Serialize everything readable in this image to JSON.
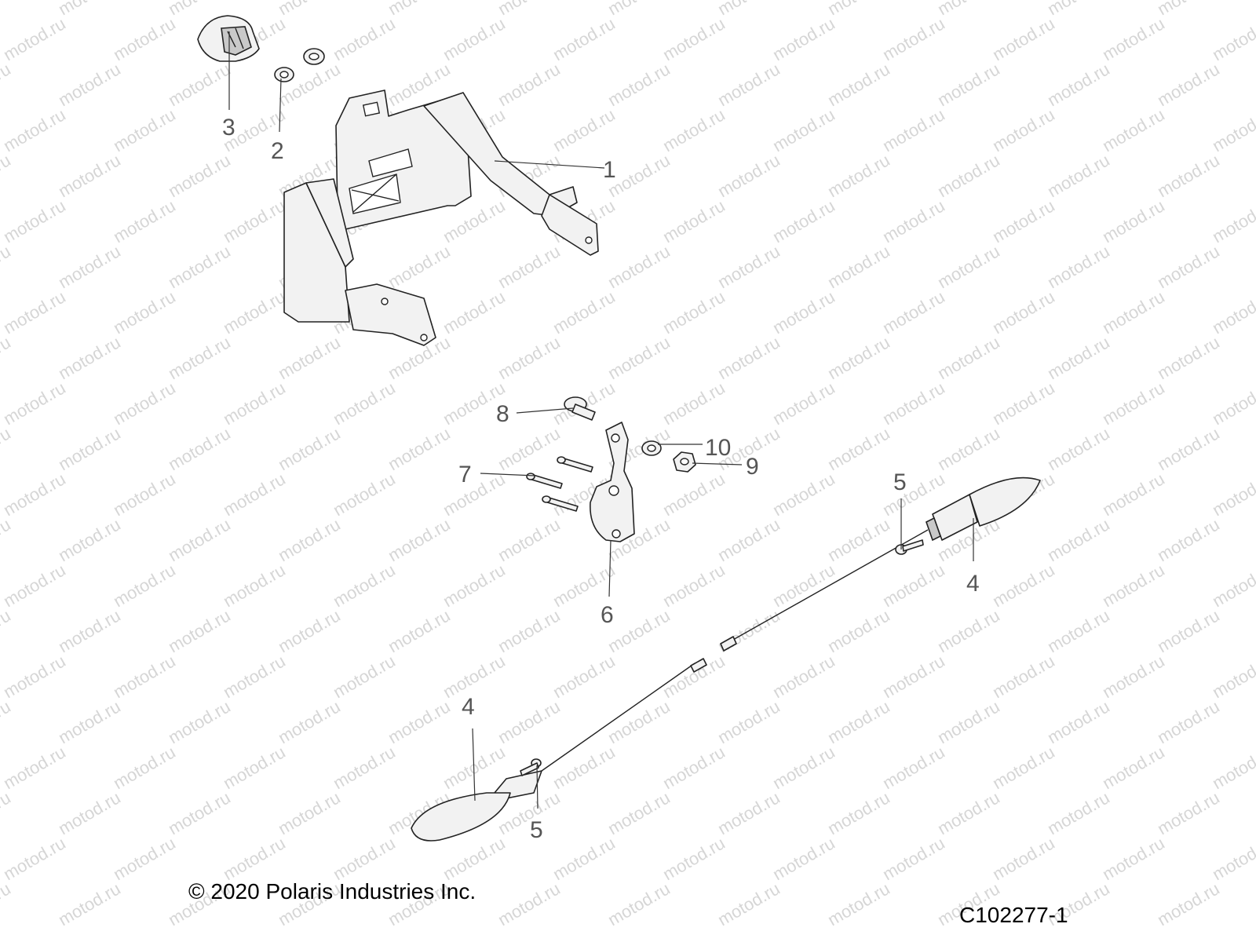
{
  "watermark": {
    "text": "motod.ru",
    "color": "#d6d6d6"
  },
  "callouts": [
    {
      "id": "c3",
      "label": "3"
    },
    {
      "id": "c2",
      "label": "2"
    },
    {
      "id": "c1",
      "label": "1"
    },
    {
      "id": "c8",
      "label": "8"
    },
    {
      "id": "c10",
      "label": "10"
    },
    {
      "id": "c7",
      "label": "7"
    },
    {
      "id": "c9",
      "label": "9"
    },
    {
      "id": "c6",
      "label": "6"
    },
    {
      "id": "c5a",
      "label": "5"
    },
    {
      "id": "c4a",
      "label": "4"
    },
    {
      "id": "c4b",
      "label": "4"
    },
    {
      "id": "c5b",
      "label": "5"
    }
  ],
  "footer": {
    "copyright": "© 2020 Polaris Industries Inc.",
    "drawing_code": "C102277-1"
  }
}
